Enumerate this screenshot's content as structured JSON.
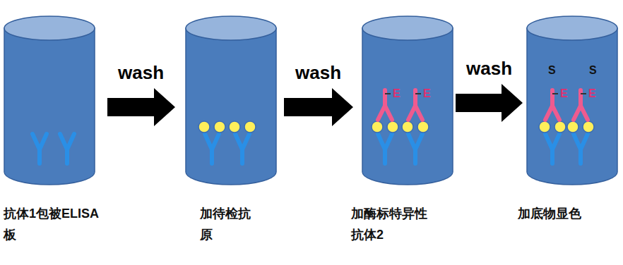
{
  "diagram": {
    "nodes": [
      {
        "text": [
          "抗体1包被ELISA板"
        ]
      },
      {
        "text": [
          "加待检抗原"
        ]
      },
      {
        "text": [
          "加酶标特异性抗体2"
        ]
      },
      {
        "text": [
          "加底物显色"
        ]
      }
    ],
    "edges": [
      {
        "from": 0,
        "to": 1,
        "arrow": "to",
        "label": "wash"
      },
      {
        "from": 1,
        "to": 2,
        "arrow": "to",
        "label": "wash"
      },
      {
        "from": 2,
        "to": 3,
        "arrow": "to",
        "label": "wash"
      }
    ],
    "labels": [
      "E",
      "E",
      "E",
      "E",
      "S",
      "S"
    ]
  }
}
